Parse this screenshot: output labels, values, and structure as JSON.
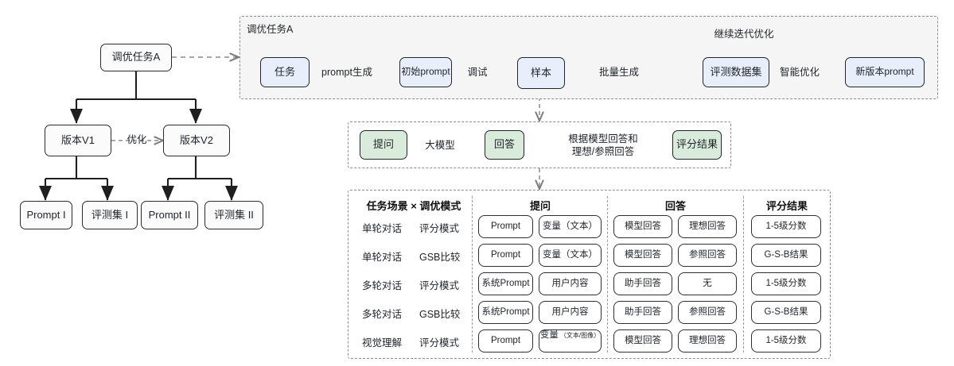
{
  "left_tree": {
    "root": "调优任务A",
    "versions": [
      "版本V1",
      "版本V2"
    ],
    "optimize_label": "优化",
    "leaves_v1": [
      "Prompt I",
      "评测集 I"
    ],
    "leaves_v2": [
      "Prompt II",
      "评测集 II"
    ]
  },
  "task_panel": {
    "title": "调优任务A",
    "nodes": {
      "task": "任务",
      "initial_prompt": "初始prompt",
      "sample": "样本",
      "eval_dataset": "评测数据集",
      "new_prompt": "新版本prompt"
    },
    "edges": {
      "prompt_gen": "prompt生成",
      "debug": "调试",
      "batch_gen": "批量生成",
      "smart_opt": "智能优化",
      "iterate": "继续迭代优化"
    }
  },
  "eval_panel": {
    "nodes": {
      "question": "提问",
      "answer": "回答",
      "score": "评分结果"
    },
    "edges": {
      "big_model": "大模型",
      "basis_line1": "根据模型回答和",
      "basis_line2": "理想/参照回答"
    }
  },
  "matrix": {
    "headers": {
      "scenario_mode": "任务场景 × 调优模式",
      "question": "提问",
      "answer": "回答",
      "score": "评分结果"
    },
    "rows": [
      {
        "scenario": "单轮对话",
        "mode": "评分模式",
        "q1": "Prompt",
        "q2": "变量（文本）",
        "q2_main": "变量（文本）",
        "q2_tiny": "",
        "a1": "模型回答",
        "a2": "理想回答",
        "score": "1-5级分数"
      },
      {
        "scenario": "单轮对话",
        "mode": "GSB比较",
        "q1": "Prompt",
        "q2": "变量（文本）",
        "q2_main": "变量（文本）",
        "q2_tiny": "",
        "a1": "模型回答",
        "a2": "参照回答",
        "score": "G-S-B结果"
      },
      {
        "scenario": "多轮对话",
        "mode": "评分模式",
        "q1": "系统Prompt",
        "q2": "用户内容",
        "q2_main": "用户内容",
        "q2_tiny": "",
        "a1": "助手回答",
        "a2": "无",
        "score": "1-5级分数"
      },
      {
        "scenario": "多轮对话",
        "mode": "GSB比较",
        "q1": "系统Prompt",
        "q2": "用户内容",
        "q2_main": "用户内容",
        "q2_tiny": "",
        "a1": "助手回答",
        "a2": "参照回答",
        "score": "G-S-B结果"
      },
      {
        "scenario": "视觉理解",
        "mode": "评分模式",
        "q1": "Prompt",
        "q2": "变量（文本/图像）",
        "q2_main": "变量",
        "q2_tiny": "（文本/图像）",
        "a1": "模型回答",
        "a2": "理想回答",
        "score": "1-5级分数"
      }
    ]
  },
  "colors": {
    "blue_fill": "#e9eefb",
    "green_fill": "#d9ecdc",
    "grey_fill": "#f4f4f4",
    "panel_tint": "#f5f5f5",
    "stroke": "#2b2b2b",
    "dash": "#8c8c8c"
  }
}
